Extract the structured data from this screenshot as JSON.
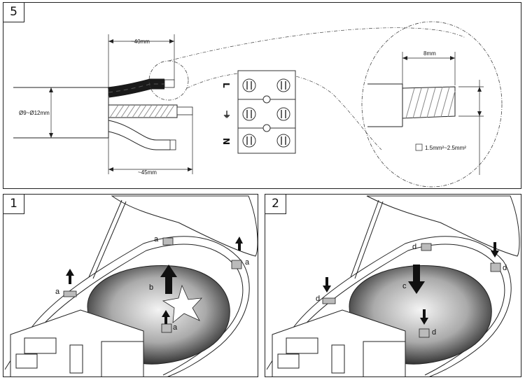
{
  "steps": {
    "wiring": "5",
    "open": "1",
    "close": "2"
  },
  "wiring": {
    "strip_outer": "~40mm",
    "strip_core": "~45mm",
    "cable_diameter": "Ø9~Ø12mm",
    "strip_detail": "8mm",
    "wire_section": "1.5mm²~2.5mm²",
    "terminal_labels": [
      "L",
      "⏚",
      "N"
    ]
  },
  "panel1_labels": {
    "a1": "a",
    "a2": "a",
    "a3": "a",
    "a4": "a",
    "b": "b"
  },
  "panel2_labels": {
    "d1": "d",
    "d2": "d",
    "d3": "d",
    "d4": "d",
    "c": "c"
  }
}
